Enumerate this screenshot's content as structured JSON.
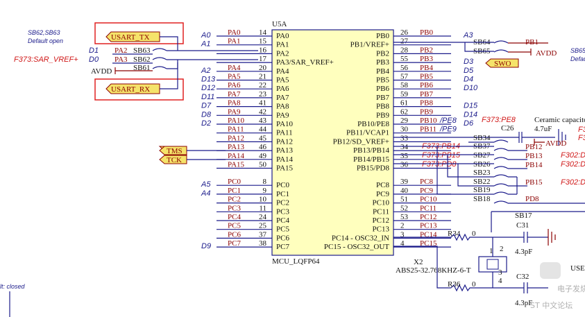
{
  "chip": {
    "designator": "U5A",
    "part": "MCU_LQFP64",
    "left_pins": [
      {
        "pin": "14",
        "name": "PA0",
        "net": "PA0",
        "tag": "A0"
      },
      {
        "pin": "15",
        "name": "PA1",
        "net": "PA1",
        "tag": "A1"
      },
      {
        "pin": "16",
        "name": "PA2",
        "net": "",
        "tag": ""
      },
      {
        "pin": "17",
        "name": "PA3/SAR_VREF+",
        "net": "",
        "tag": ""
      },
      {
        "pin": "20",
        "name": "PA4",
        "net": "PA4",
        "tag": "A2"
      },
      {
        "pin": "21",
        "name": "PA5",
        "net": "PA5",
        "tag": "D13"
      },
      {
        "pin": "22",
        "name": "PA6",
        "net": "PA6",
        "tag": "D12"
      },
      {
        "pin": "23",
        "name": "PA7",
        "net": "PA7",
        "tag": "D11"
      },
      {
        "pin": "41",
        "name": "PA8",
        "net": "PA8",
        "tag": "D7"
      },
      {
        "pin": "42",
        "name": "PA9",
        "net": "PA9",
        "tag": "D8"
      },
      {
        "pin": "43",
        "name": "PA10",
        "net": "PA10",
        "tag": "D2"
      },
      {
        "pin": "44",
        "name": "PA11",
        "net": "PA11",
        "tag": ""
      },
      {
        "pin": "45",
        "name": "PA12",
        "net": "PA12",
        "tag": ""
      },
      {
        "pin": "46",
        "name": "PA13",
        "net": "PA13",
        "tag": ""
      },
      {
        "pin": "49",
        "name": "PA14",
        "net": "PA14",
        "tag": ""
      },
      {
        "pin": "50",
        "name": "PA15",
        "net": "PA15",
        "tag": ""
      },
      {
        "pin": "8",
        "name": "PC0",
        "net": "PC0",
        "tag": "A5"
      },
      {
        "pin": "9",
        "name": "PC1",
        "net": "PC1",
        "tag": "A4"
      },
      {
        "pin": "10",
        "name": "PC2",
        "net": "PC2",
        "tag": ""
      },
      {
        "pin": "11",
        "name": "PC3",
        "net": "PC3",
        "tag": ""
      },
      {
        "pin": "24",
        "name": "PC4",
        "net": "PC4",
        "tag": ""
      },
      {
        "pin": "25",
        "name": "PC5",
        "net": "PC5",
        "tag": ""
      },
      {
        "pin": "37",
        "name": "PC6",
        "net": "PC6",
        "tag": ""
      },
      {
        "pin": "38",
        "name": "PC7",
        "net": "PC7",
        "tag": "D9"
      }
    ],
    "right_pins": [
      {
        "pin": "26",
        "name": "PB0",
        "net": "PB0",
        "tag": "A3"
      },
      {
        "pin": "27",
        "name": "PB1/VREF+",
        "net": "",
        "tag": ""
      },
      {
        "pin": "28",
        "name": "PB2",
        "net": "PB2",
        "tag": ""
      },
      {
        "pin": "55",
        "name": "PB3",
        "net": "PB3",
        "tag": "D3"
      },
      {
        "pin": "56",
        "name": "PB4",
        "net": "PB4",
        "tag": "D5"
      },
      {
        "pin": "57",
        "name": "PB5",
        "net": "PB5",
        "tag": "D4"
      },
      {
        "pin": "58",
        "name": "PB6",
        "net": "PB6",
        "tag": "D10"
      },
      {
        "pin": "59",
        "name": "PB7",
        "net": "PB7",
        "tag": ""
      },
      {
        "pin": "61",
        "name": "PB8",
        "net": "PB8",
        "tag": "D15"
      },
      {
        "pin": "62",
        "name": "PB9",
        "net": "PB9",
        "tag": "D14"
      },
      {
        "pin": "29",
        "name": "PB10/PE8",
        "net": "PB10",
        "tag": "D6"
      },
      {
        "pin": "30",
        "name": "PB11/VCAP1",
        "net": "PB11",
        "tag": ""
      },
      {
        "pin": "33",
        "name": "PB12/SD_VREF+",
        "net": "",
        "tag": ""
      },
      {
        "pin": "34",
        "name": "PB13/PB14",
        "net": "",
        "tag": ""
      },
      {
        "pin": "35",
        "name": "PB14/PB15",
        "net": "",
        "tag": ""
      },
      {
        "pin": "36",
        "name": "PB15/PD8",
        "net": "",
        "tag": ""
      },
      {
        "pin": "39",
        "name": "PC8",
        "net": "PC8",
        "tag": ""
      },
      {
        "pin": "40",
        "name": "PC9",
        "net": "PC9",
        "tag": ""
      },
      {
        "pin": "51",
        "name": "PC10",
        "net": "PC10",
        "tag": ""
      },
      {
        "pin": "52",
        "name": "PC11",
        "net": "PC11",
        "tag": ""
      },
      {
        "pin": "53",
        "name": "PC12",
        "net": "PC12",
        "tag": ""
      },
      {
        "pin": "2",
        "name": "PC13",
        "net": "PC13",
        "tag": ""
      },
      {
        "pin": "3",
        "name": "PC14 - OSC32_IN",
        "net": "PC14",
        "tag": ""
      },
      {
        "pin": "4",
        "name": "PC15 - OSC32_OUT",
        "net": "PC15",
        "tag": ""
      }
    ]
  },
  "right_italic_notes": {
    "pb10": "PE8",
    "pb11": "PE9",
    "pb13": "PB14",
    "pb14": "PB15",
    "pb15": "PD8"
  },
  "notes": {
    "sb62_63_title": "SB62,SB63",
    "default_open": "Default open",
    "f373_sar": "F373:SAR_VREF+",
    "f373_pe8": "F373:PE8",
    "f373_pb14": "F373:PB14",
    "f373_pb15": "F373:PB15",
    "f373_pd8": "F373:PD8",
    "ceramic": "Ceramic capacito",
    "sb65_right": "SB65",
    "default_right": "Defau",
    "default_closed_left": "lt: closed",
    "f3_a": "F3",
    "f3_b": "F3",
    "f302_a": "F302:D",
    "f302_b": "F302:D",
    "f302_c": "F302:D",
    "usb_edge": "USE"
  },
  "left_aux": {
    "d1": "D1",
    "d0": "D0",
    "pa2": "PA2",
    "pa3": "PA3",
    "sb63": "SB63",
    "sb62": "SB62",
    "sb61": "SB61",
    "avdd": "AVDD",
    "usart_tx": "USART_TX",
    "usart_rx": "USART_RX",
    "tms": "TMS",
    "tck": "TCK"
  },
  "right_aux": {
    "sb64": "SB64",
    "sb65": "SB65",
    "pb1": "PB1",
    "avdd": "AVDD",
    "swo": "SWO",
    "c26": "C26",
    "c26_val": "4.7uF",
    "avdd2": "AVDD",
    "sb34": "SB34",
    "sb37": "SB37",
    "sb27": "SB27",
    "sb26": "SB26",
    "sb23": "SB23",
    "sb22": "SB22",
    "sb19": "SB19",
    "sb18": "SB18",
    "sb17": "SB17",
    "pb12": "PB12",
    "pb13": "PB13",
    "pb14": "PB14",
    "pb15": "PB15",
    "pd8": "PD8",
    "r34": "R34",
    "r34_val": "0",
    "r36": "R36",
    "r36_val": "0",
    "c31": "C31",
    "c31_val": "4.3pF",
    "c32": "C32",
    "c32_val": "4.3pF",
    "x2": "X2",
    "x2_part": "ABS25-32.768KHZ-6-T",
    "x2_p1": "1",
    "x2_p2": "2",
    "x2_p3": "3",
    "x2_p4": "4"
  },
  "watermark": {
    "line1": "电子发烧友",
    "line2": "ST 中文论坛"
  },
  "colors": {
    "wire": "#1a1a8a",
    "net_label": "#8b0000",
    "chip_fill": "#ffffbe",
    "note_red": "#d01818",
    "box_red": "#e02020"
  }
}
